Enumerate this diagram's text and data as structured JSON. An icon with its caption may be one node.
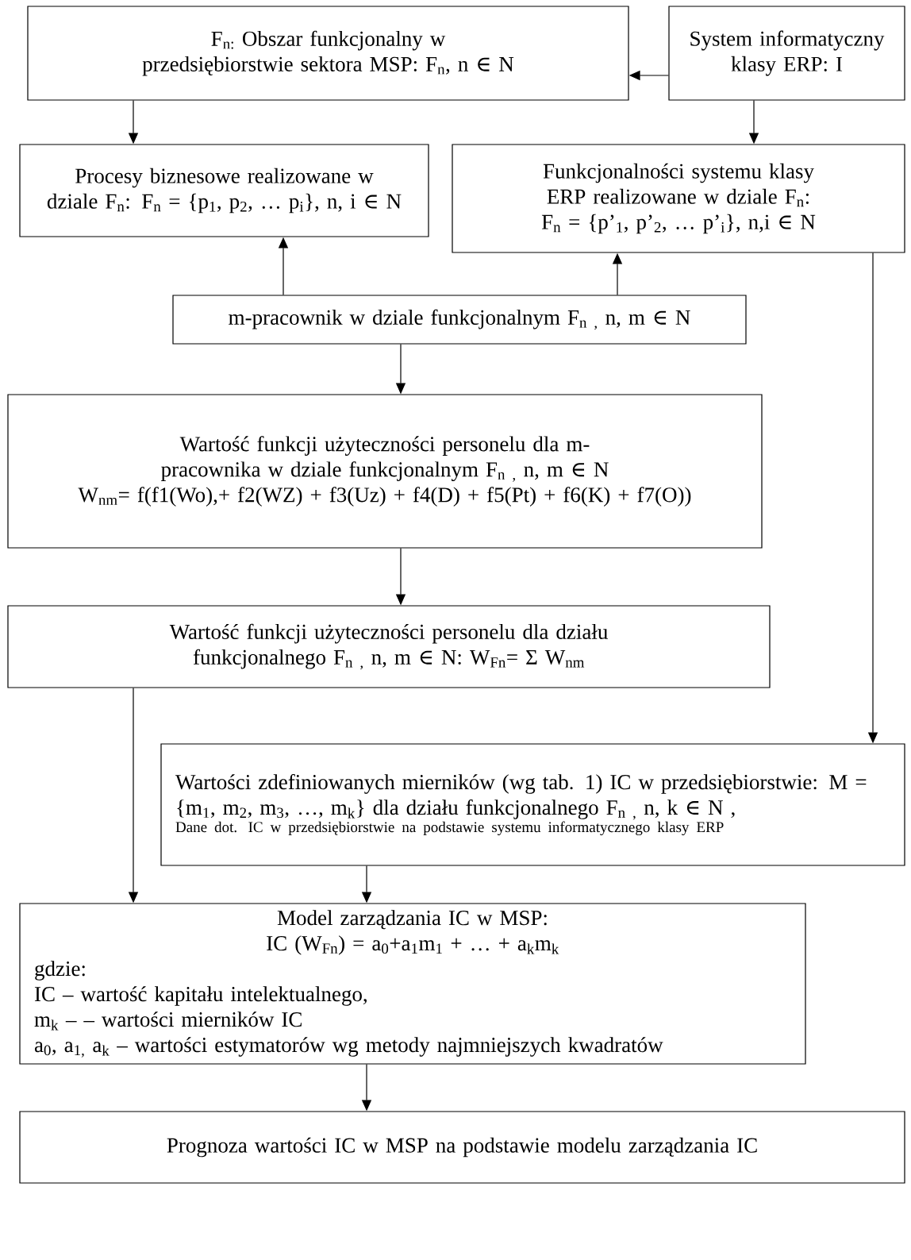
{
  "diagram": {
    "nodes": [
      {
        "text": [
          "F$_{n:}$ Obszar funkcjonalny w przedsiębiorstwie sektora MSP: F$_{n}$, n ∈ N"
        ]
      },
      {
        "text": [
          "System informatyczny klasy ERP: I"
        ]
      },
      {
        "text": [
          "Procesy biznesowe realizowane w dziale F$_{n}$: F$_{n}$ = {p$_{1}$, p$_{2}$, … p$_{i}$}, n, i ∈ N"
        ]
      },
      {
        "text": [
          "Funkcjonalności systemu klasy ERP realizowane w dziale F$_{n}$: F$_{n}$ = {p’$_{1}$, p’$_{2}$, … p’$_{i}$}, n,i ∈ N"
        ]
      },
      {
        "text": [
          "m-pracownik w dziale funkcjonalnym F$_{n ,}$ n, m ∈ N"
        ]
      },
      {
        "text": [
          "Wartość funkcji użyteczności personelu dla m-pracownika w dziale funkcjonalnym F$_{n ,}$ n, m ∈ N",
          "W$_{nm}$= f(f1(Wo),+ f2(WZ) + f3(Uz) + f4(D) + f5(Pt) + f6(K) + f7(O))"
        ]
      },
      {
        "text": [
          "Wartość funkcji użyteczności personelu dla działu funkcjonalnego F$_{n ,}$ n, m ∈ N: W$_{Fn}$= Σ W$_{nm}$"
        ]
      },
      {
        "text": [
          "Wartości zdefiniowanych mierników (wg tab. 1) IC w przedsiębiorstwie: M = {m$_{1}$, m$_{2}$, m$_{3}$, …, m$_{k}$} dla działu funkcjonalnego F$_{n ,}$ n, k ∈ N ,",
          "Dane dot. IC w przedsiębiorstwie na podstawie systemu informatycznego klasy ERP"
        ]
      },
      {
        "text": [
          "Model zarządzania IC w MSP:",
          "IC (W$_{Fn}$) = a$_{0}$+a$_{1}$m$_{1}$ + … + a$_{k}$m$_{k}$",
          "gdzie:",
          "IC – wartość kapitału intelektualnego,",
          "m$_{k}$ – – wartości mierników IC",
          "a$_{0}$, a$_{1,}$ a$_{k}$ – wartości estymatorów wg metody najmniejszych kwadratów"
        ]
      },
      {
        "text": [
          "Prognoza wartości IC w MSP na podstawie modelu zarządzania IC"
        ]
      }
    ],
    "edges": [
      {
        "from": 1,
        "to": 0,
        "arrow": "to"
      },
      {
        "from": 0,
        "to": 2,
        "arrow": "to"
      },
      {
        "from": 1,
        "to": 3,
        "arrow": "to"
      },
      {
        "from": 4,
        "to": 2,
        "arrow": "to"
      },
      {
        "from": 4,
        "to": 3,
        "arrow": "to"
      },
      {
        "from": 4,
        "to": 5,
        "arrow": "to"
      },
      {
        "from": 5,
        "to": 6,
        "arrow": "to"
      },
      {
        "from": 3,
        "to": 7,
        "arrow": "to"
      },
      {
        "from": 6,
        "to": 8,
        "arrow": "to"
      },
      {
        "from": 7,
        "to": 8,
        "arrow": "to"
      },
      {
        "from": 8,
        "to": 9,
        "arrow": "to"
      }
    ]
  }
}
